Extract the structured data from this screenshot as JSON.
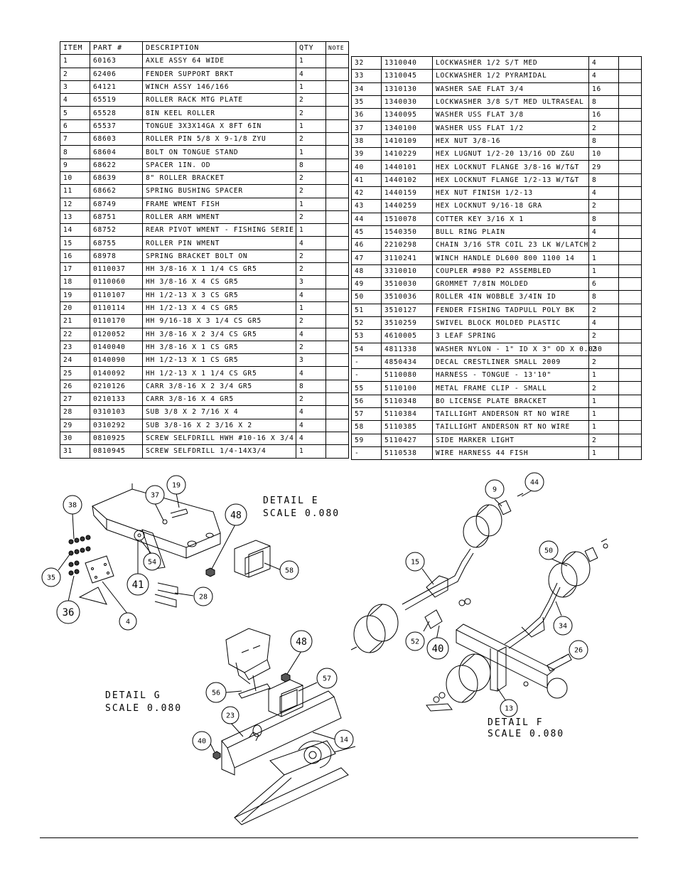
{
  "headers": {
    "item": "ITEM",
    "part": "PART #",
    "description": "DESCRIPTION",
    "qty": "QTY",
    "note": "NOTE"
  },
  "left_rows": [
    [
      "1",
      "60163",
      "AXLE ASSY 64 WIDE",
      "1"
    ],
    [
      "2",
      "62406",
      "FENDER SUPPORT BRKT",
      "4"
    ],
    [
      "3",
      "64121",
      "WINCH ASSY   146/166",
      "1"
    ],
    [
      "4",
      "65519",
      "ROLLER RACK MTG PLATE",
      "2"
    ],
    [
      "5",
      "65528",
      "8IN KEEL ROLLER",
      "2"
    ],
    [
      "6",
      "65537",
      "TONGUE 3X3X14GA X 8FT 6IN",
      "1"
    ],
    [
      "7",
      "68603",
      "ROLLER PIN 5/8 X 9-1/8 ZYU",
      "2"
    ],
    [
      "8",
      "68604",
      "BOLT ON TONGUE STAND",
      "1"
    ],
    [
      "9",
      "68622",
      "SPACER  1IN. OD",
      "8"
    ],
    [
      "10",
      "68639",
      "8\" ROLLER BRACKET",
      "2"
    ],
    [
      "11",
      "68662",
      "SPRING BUSHING SPACER",
      "2"
    ],
    [
      "12",
      "68749",
      "FRAME WMENT FISH",
      "1"
    ],
    [
      "13",
      "68751",
      "ROLLER ARM WMENT",
      "2"
    ],
    [
      "14",
      "68752",
      "REAR PIVOT WMENT - FISHING SERIE",
      "1"
    ],
    [
      "15",
      "68755",
      "ROLLER PIN WMENT",
      "4"
    ],
    [
      "16",
      "68978",
      "SPRING BRACKET BOLT ON",
      "2"
    ],
    [
      "17",
      "0110037",
      "HH 3/8-16 X 1 1/4 CS GR5",
      "2"
    ],
    [
      "18",
      "0110060",
      "HH 3/8-16 X 4 CS GR5",
      "3"
    ],
    [
      "19",
      "0110107",
      "HH 1/2-13 X 3 CS GR5",
      "4"
    ],
    [
      "20",
      "0110114",
      "HH 1/2-13 X 4 CS GR5",
      "1"
    ],
    [
      "21",
      "0110170",
      "HH 9/16-18 X 3 1/4 CS GR5",
      "2"
    ],
    [
      "22",
      "0120052",
      "HH 3/8-16 X 2 3/4 CS GR5",
      "4"
    ],
    [
      "23",
      "0140040",
      "HH 3/8-16 X 1 CS GR5",
      "2"
    ],
    [
      "24",
      "0140090",
      "HH 1/2-13 X 1 CS GR5",
      "3"
    ],
    [
      "25",
      "0140092",
      "HH 1/2-13 X 1 1/4 CS GR5",
      "4"
    ],
    [
      "26",
      "0210126",
      "CARR 3/8-16 X 2 3/4 GR5",
      "8"
    ],
    [
      "27",
      "0210133",
      "CARR 3/8-16 X 4 GR5",
      "2"
    ],
    [
      "28",
      "0310103",
      "SUB 3/8 X 2 7/16 X 4",
      "4"
    ],
    [
      "29",
      "0310292",
      "SUB 3/8-16 X 2 3/16 X 2",
      "4"
    ],
    [
      "30",
      "0810925",
      "SCREW SELFDRILL HWH #10-16 X 3/4",
      "4"
    ],
    [
      "31",
      "0810945",
      "SCREW SELFDRILL  1/4-14X3/4",
      "1"
    ]
  ],
  "right_rows": [
    [
      "32",
      "1310040",
      "LOCKWASHER 1/2 S/T MED",
      "4"
    ],
    [
      "33",
      "1310045",
      "LOCKWASHER 1/2 PYRAMIDAL",
      "4"
    ],
    [
      "34",
      "1310130",
      "WASHER SAE FLAT 3/4",
      "16"
    ],
    [
      "35",
      "1340030",
      "LOCKWASHER 3/8 S/T MED ULTRASEAL",
      "8"
    ],
    [
      "36",
      "1340095",
      "WASHER USS FLAT 3/8",
      "16"
    ],
    [
      "37",
      "1340100",
      "WASHER USS FLAT 1/2",
      "2"
    ],
    [
      "38",
      "1410109",
      "HEX NUT 3/8-16",
      "8"
    ],
    [
      "39",
      "1410229",
      "HEX LUGNUT 1/2-20 13/16 OD Z&U",
      "10"
    ],
    [
      "40",
      "1440101",
      "HEX LOCKNUT FLANGE 3/8-16 W/T&T",
      "29"
    ],
    [
      "41",
      "1440102",
      "HEX LOCKNUT FLANGE 1/2-13 W/T&T",
      "8"
    ],
    [
      "42",
      "1440159",
      "HEX NUT FINISH 1/2-13",
      "4"
    ],
    [
      "43",
      "1440259",
      "HEX LOCKNUT 9/16-18 GRA",
      "2"
    ],
    [
      "44",
      "1510078",
      "COTTER KEY 3/16 X 1",
      "8"
    ],
    [
      "45",
      "1540350",
      "BULL RING PLAIN",
      "4"
    ],
    [
      "46",
      "2210298",
      "CHAIN 3/16 STR COIL 23 LK W/LATCH",
      "2"
    ],
    [
      "47",
      "3110241",
      "WINCH HANDLE  DL600 800 1100 14",
      "1"
    ],
    [
      "48",
      "3310010",
      "COUPLER #980 P2 ASSEMBLED",
      "1"
    ],
    [
      "49",
      "3510030",
      "GROMMET  7/8IN MOLDED",
      "6"
    ],
    [
      "50",
      "3510036",
      "ROLLER  4IN WOBBLE  3/4IN ID",
      "8"
    ],
    [
      "51",
      "3510127",
      "FENDER  FISHING TADPULL POLY BK",
      "2"
    ],
    [
      "52",
      "3510259",
      "SWIVEL BLOCK MOLDED PLASTIC",
      "4"
    ],
    [
      "53",
      "4610005",
      "3 LEAF SPRING",
      "2"
    ],
    [
      "54",
      "4811338",
      "WASHER NYLON - 1\" ID X 3\" OD X 0.030",
      "2"
    ],
    [
      "-",
      "4850434",
      "DECAL CRESTLINER SMALL 2009",
      "2"
    ],
    [
      "-",
      "5110080",
      "HARNESS - TONGUE - 13'10\"",
      "1"
    ],
    [
      "55",
      "5110100",
      "METAL FRAME CLIP - SMALL",
      "2"
    ],
    [
      "56",
      "5110348",
      "BO LICENSE PLATE BRACKET",
      "1"
    ],
    [
      "57",
      "5110384",
      "TAILLIGHT   ANDERSON RT NO WIRE",
      "1"
    ],
    [
      "58",
      "5110385",
      "TAILLIGHT   ANDERSON RT NO WIRE",
      "1"
    ],
    [
      "59",
      "5110427",
      "SIDE MARKER LIGHT",
      "2"
    ],
    [
      "-",
      "5110538",
      "WIRE HARNESS 44 FISH",
      "1"
    ]
  ],
  "details": {
    "e": {
      "title": "DETAIL  E",
      "scale": "SCALE  0.080",
      "callouts": [
        "38",
        "37",
        "19",
        "48",
        "35",
        "54",
        "36",
        "41",
        "28",
        "58",
        "4"
      ]
    },
    "g": {
      "title": "DETAIL  G",
      "scale": "SCALE  0.080",
      "callouts": [
        "48",
        "56",
        "57",
        "23",
        "40",
        "14"
      ]
    },
    "f": {
      "title": "DETAIL  F",
      "scale": "SCALE  0.080",
      "callouts": [
        "9",
        "44",
        "15",
        "50",
        "34",
        "52",
        "40",
        "26",
        "13"
      ]
    }
  }
}
